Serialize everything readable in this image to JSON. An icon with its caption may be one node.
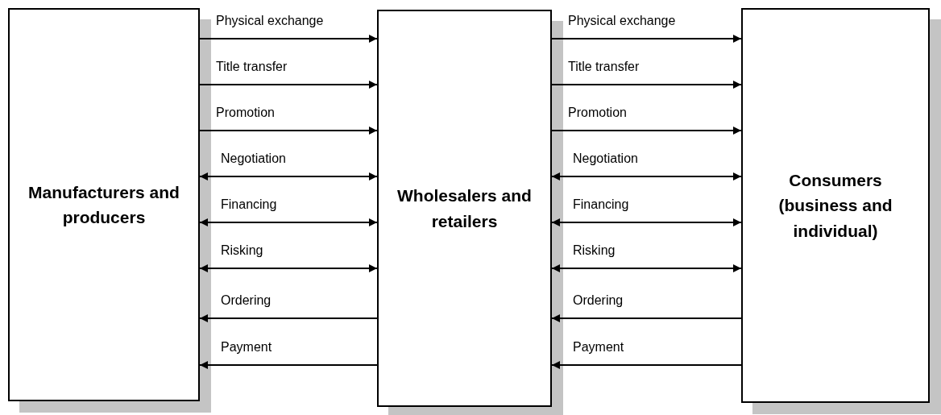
{
  "diagram": {
    "nodes": [
      {
        "text": [
          "Manufacturers and producers"
        ]
      },
      {
        "text": [
          "Wholesalers and retailers"
        ]
      },
      {
        "text": [
          "Consumers (business and individual)"
        ]
      }
    ],
    "edges": [
      {
        "from": 0,
        "to": 1,
        "arrow": "to",
        "label": "Physical exchange"
      },
      {
        "from": 0,
        "to": 1,
        "arrow": "to",
        "label": "Title transfer"
      },
      {
        "from": 0,
        "to": 1,
        "arrow": "to",
        "label": "Promotion"
      },
      {
        "from": 0,
        "to": 1,
        "arrow": "both",
        "label": "Negotiation"
      },
      {
        "from": 0,
        "to": 1,
        "arrow": "both",
        "label": "Financing"
      },
      {
        "from": 0,
        "to": 1,
        "arrow": "both",
        "label": "Risking"
      },
      {
        "from": 1,
        "to": 0,
        "arrow": "to",
        "label": "Ordering"
      },
      {
        "from": 1,
        "to": 0,
        "arrow": "to",
        "label": "Payment"
      },
      {
        "from": 1,
        "to": 2,
        "arrow": "to",
        "label": "Physical exchange"
      },
      {
        "from": 1,
        "to": 2,
        "arrow": "to",
        "label": "Title transfer"
      },
      {
        "from": 1,
        "to": 2,
        "arrow": "to",
        "label": "Promotion"
      },
      {
        "from": 1,
        "to": 2,
        "arrow": "both",
        "label": "Negotiation"
      },
      {
        "from": 1,
        "to": 2,
        "arrow": "both",
        "label": "Financing"
      },
      {
        "from": 1,
        "to": 2,
        "arrow": "both",
        "label": "Risking"
      },
      {
        "from": 2,
        "to": 1,
        "arrow": "to",
        "label": "Ordering"
      },
      {
        "from": 2,
        "to": 1,
        "arrow": "to",
        "label": "Payment"
      }
    ]
  }
}
